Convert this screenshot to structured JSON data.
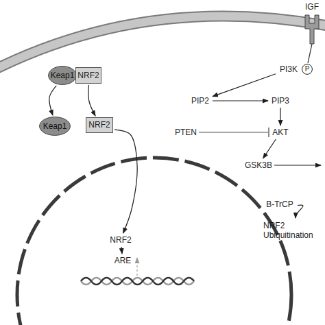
{
  "diagram": {
    "nodes": [
      {
        "text": [
          "IGF"
        ]
      },
      {
        "text": [
          "Keap1"
        ]
      },
      {
        "text": [
          "NRF2"
        ]
      },
      {
        "text": [
          "PI3K"
        ]
      },
      {
        "text": [
          "P"
        ]
      },
      {
        "text": [
          "PIP2"
        ]
      },
      {
        "text": [
          "PIP3"
        ]
      },
      {
        "text": [
          "Keap1"
        ]
      },
      {
        "text": [
          "NRF2"
        ]
      },
      {
        "text": [
          "PTEN"
        ]
      },
      {
        "text": [
          "AKT"
        ]
      },
      {
        "text": [
          "GSK3B"
        ]
      },
      {
        "text": [
          "B-TrCP"
        ]
      },
      {
        "text": [
          "NRF2 Ubiquitination"
        ]
      },
      {
        "text": [
          "NRF2"
        ]
      },
      {
        "text": [
          "ARE"
        ]
      }
    ],
    "edges": [
      {
        "from": 1,
        "to": 7,
        "arrow": "to"
      },
      {
        "from": 2,
        "to": 8,
        "arrow": "to"
      },
      {
        "from": 8,
        "to": 14,
        "arrow": "to"
      },
      {
        "from": 14,
        "to": 15,
        "arrow": "to"
      },
      {
        "from": 3,
        "to": 5,
        "arrow": "to"
      },
      {
        "from": 5,
        "to": 6,
        "arrow": "to"
      },
      {
        "from": 6,
        "to": 10,
        "arrow": "to"
      },
      {
        "from": 9,
        "to": 10,
        "arrow": "to"
      },
      {
        "from": 10,
        "to": 11,
        "arrow": "to"
      },
      {
        "from": 12,
        "to": 13,
        "arrow": "to"
      }
    ]
  }
}
